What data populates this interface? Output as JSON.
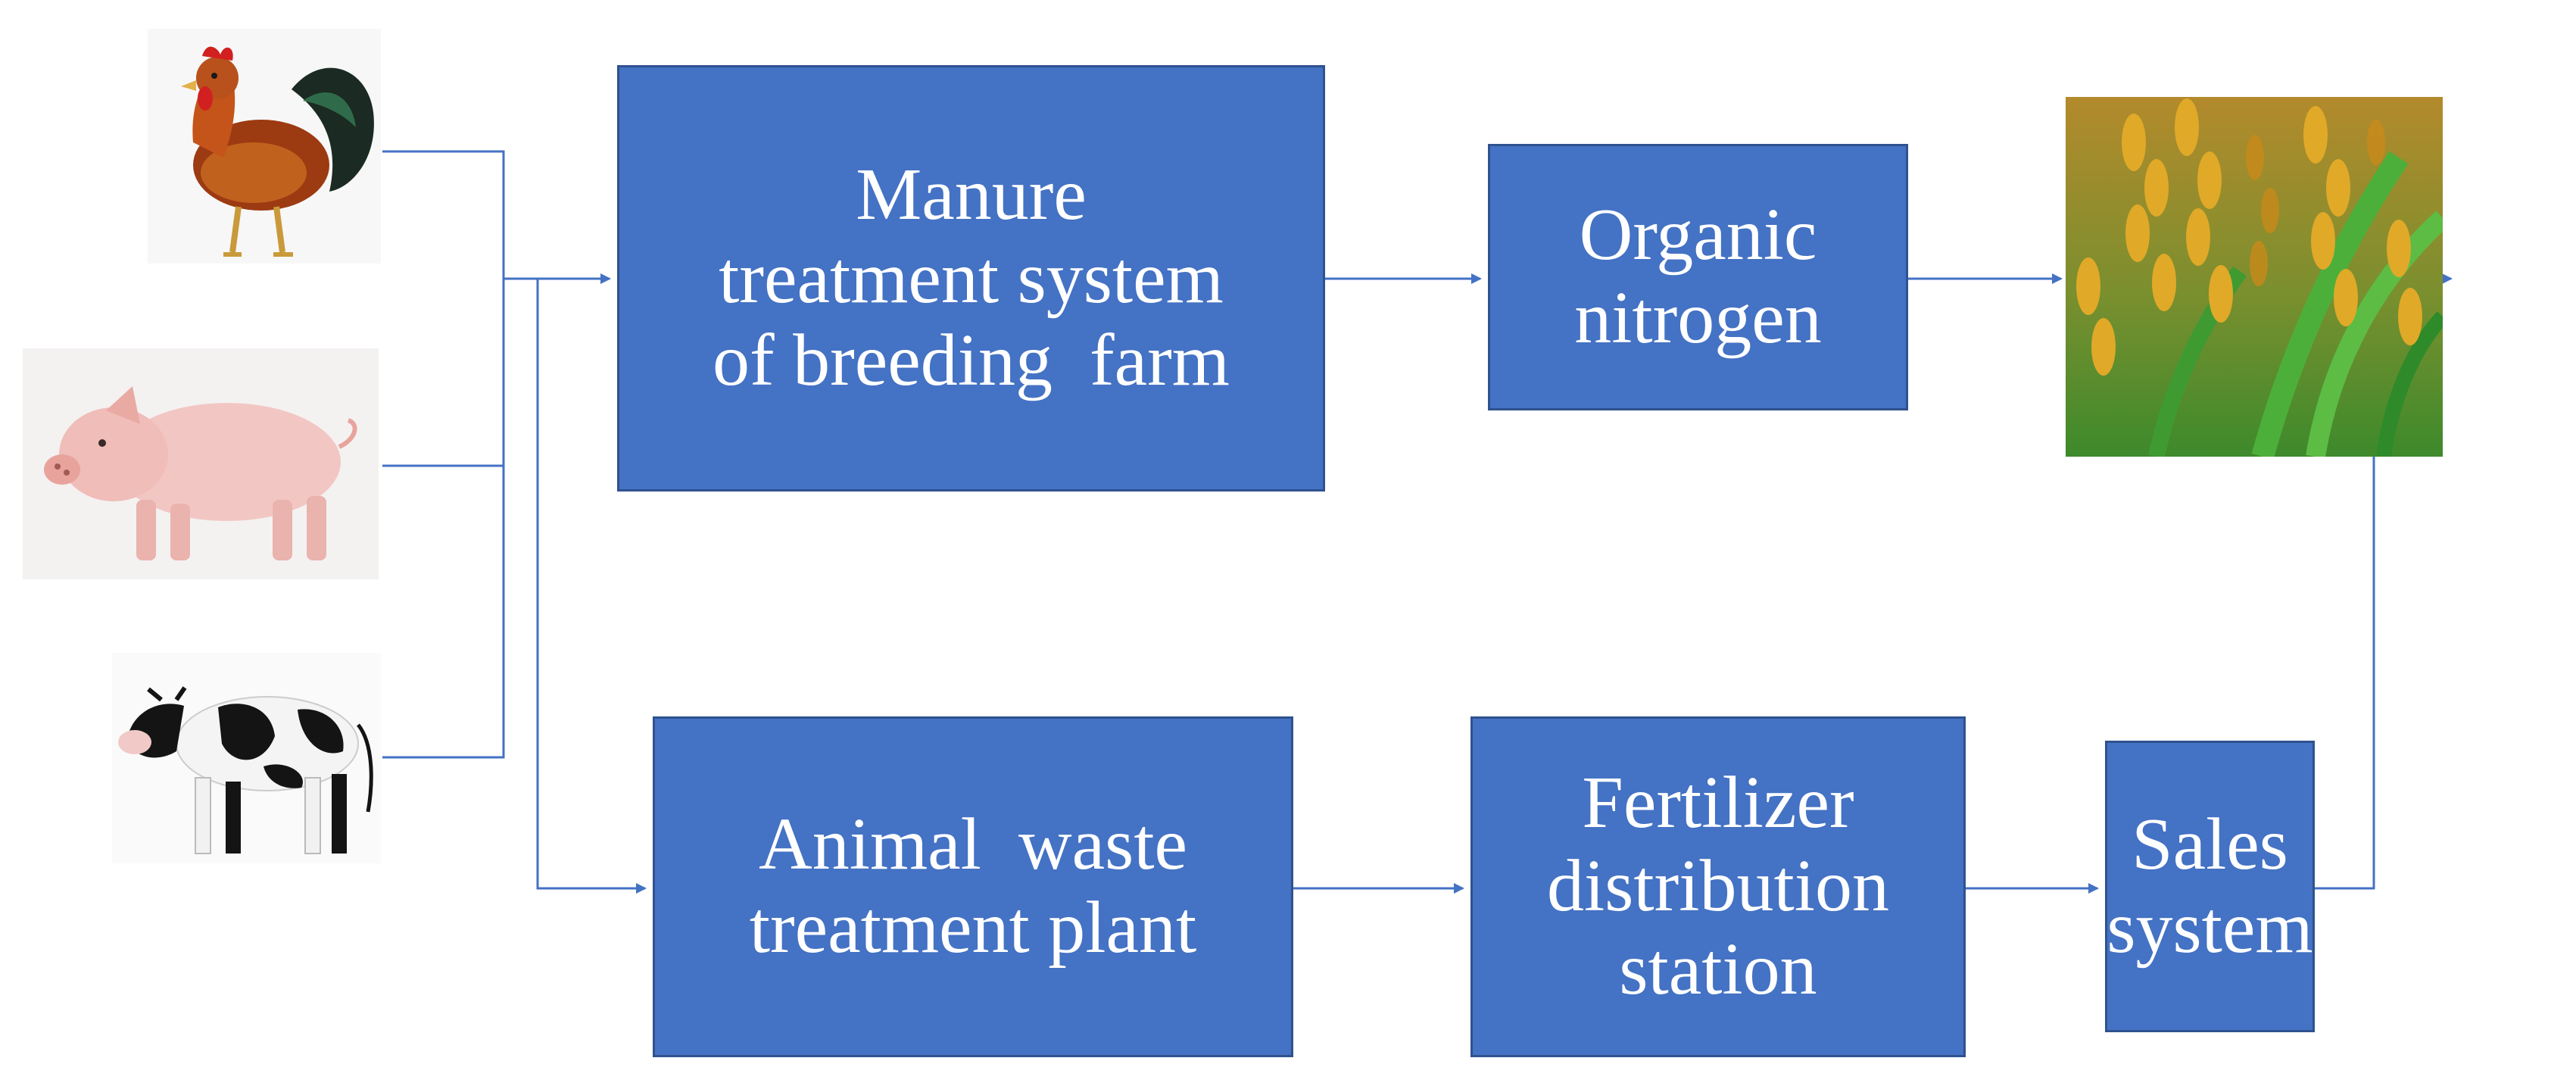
{
  "diagram": {
    "nodes": {
      "manure": {
        "lines": [
          "Manure",
          "treatment system",
          "of breeding  farm"
        ]
      },
      "organic": {
        "lines": [
          "Organic",
          "nitrogen"
        ]
      },
      "animal": {
        "lines": [
          "Animal  waste",
          "treatment plant"
        ]
      },
      "fertilizer": {
        "lines": [
          "Fertilizer",
          "distribution",
          "station"
        ]
      },
      "sales": {
        "lines": [
          "Sales",
          "system"
        ]
      }
    },
    "images": {
      "rooster": "rooster-photo",
      "pig": "pig-photo",
      "cow": "cow-photo",
      "rice": "rice-photo"
    },
    "colors": {
      "box_fill": "#4472c4",
      "box_border": "#2f528f",
      "box_text": "#ffffff",
      "connector": "#4472c4"
    }
  }
}
